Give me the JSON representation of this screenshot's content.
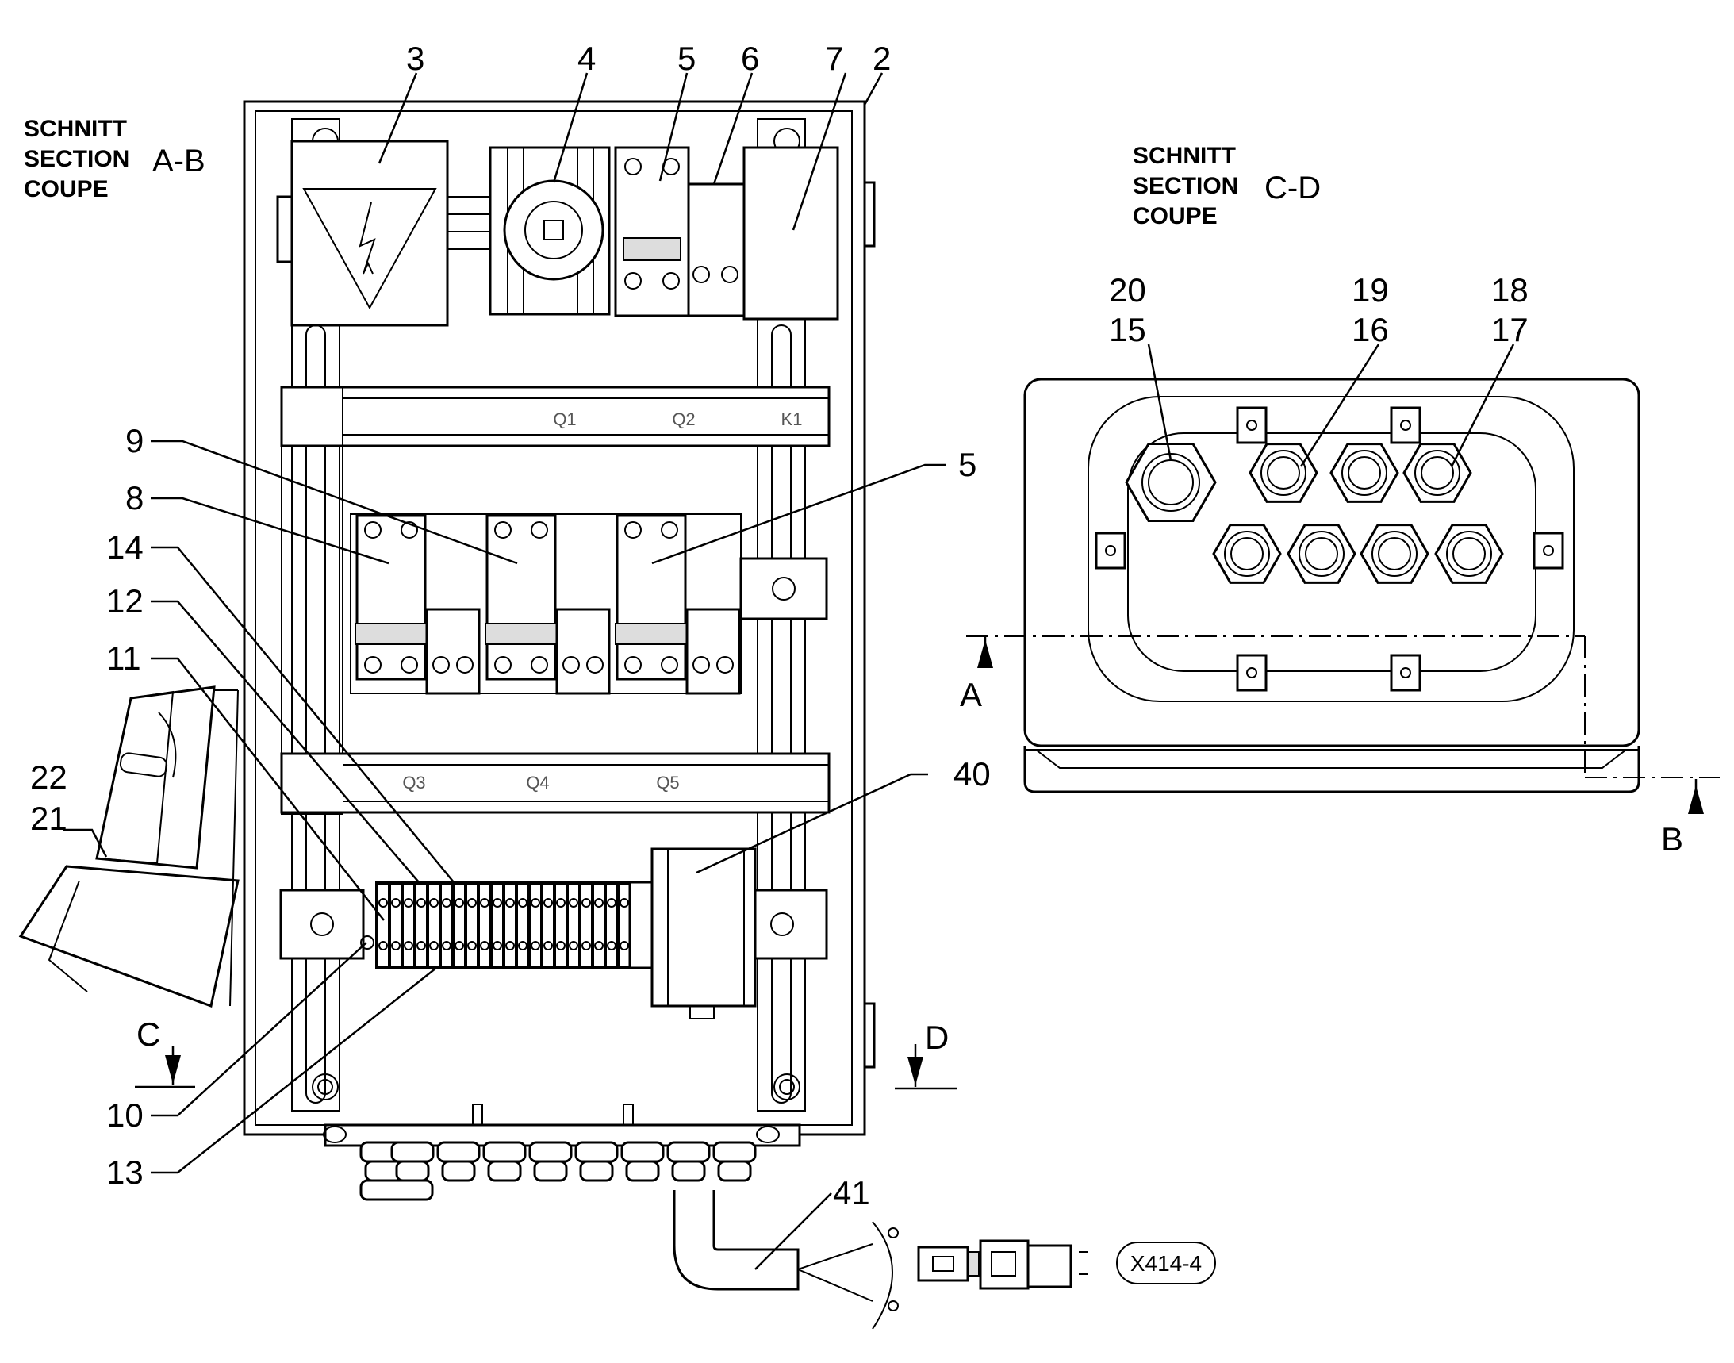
{
  "section_ab": {
    "lines": [
      "SCHNITT",
      "SECTION",
      "COUPE"
    ],
    "code": "A-B"
  },
  "section_cd": {
    "lines": [
      "SCHNITT",
      "SECTION",
      "COUPE"
    ],
    "code": "C-D"
  },
  "rail_labels": {
    "top": [
      "Q1",
      "Q2",
      "K1"
    ],
    "bottom": [
      "Q3",
      "Q4",
      "Q5"
    ]
  },
  "callouts": {
    "n2": "2",
    "n3": "3",
    "n4": "4",
    "n5a": "5",
    "n5b": "5",
    "n6": "6",
    "n7": "7",
    "n8": "8",
    "n9": "9",
    "n10": "10",
    "n11": "11",
    "n12": "12",
    "n13": "13",
    "n14": "14",
    "n15": "15",
    "n16": "16",
    "n17": "17",
    "n18": "18",
    "n19": "19",
    "n20": "20",
    "n21": "21",
    "n22": "22",
    "n40": "40",
    "n41": "41"
  },
  "cut_markers": {
    "a": "A",
    "b": "B",
    "c": "C",
    "d": "D"
  },
  "connector_tag": "X414-4"
}
